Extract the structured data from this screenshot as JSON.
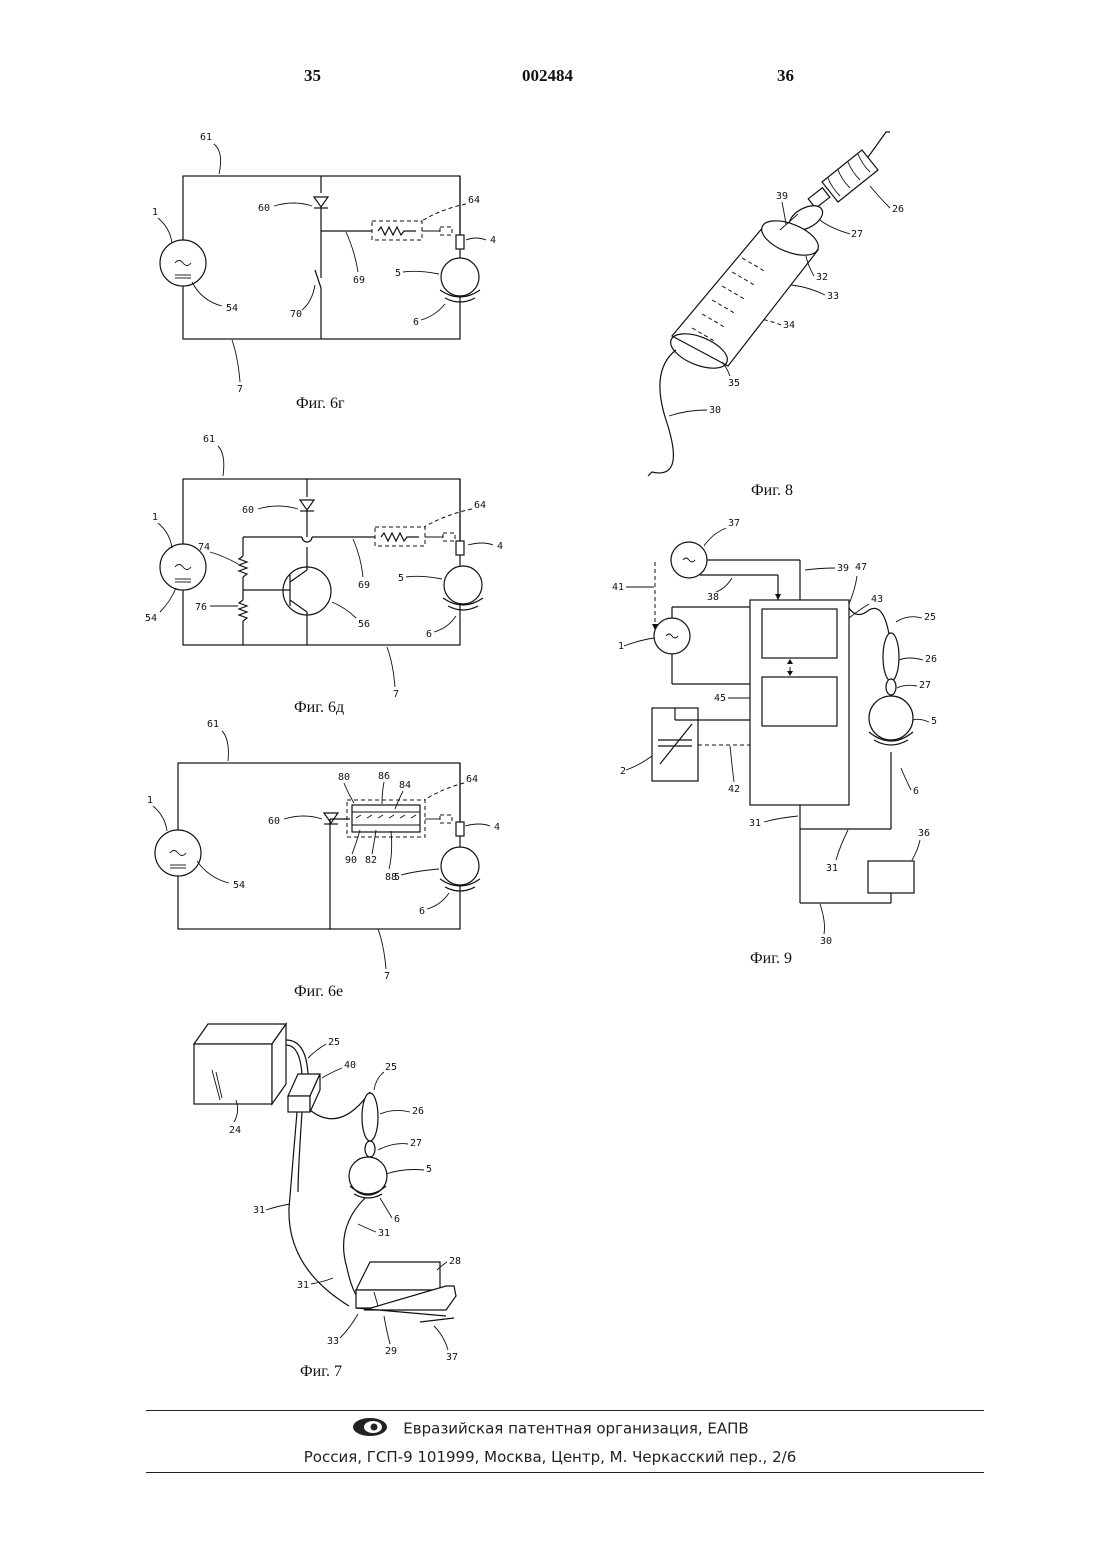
{
  "header": {
    "page_left": "35",
    "patent_number": "002484",
    "page_right": "36"
  },
  "figures": {
    "fig6g": {
      "caption": "Фиг. 6г",
      "labels": {
        "l61": "61",
        "l1": "1",
        "l60": "60",
        "l64": "64",
        "l4": "4",
        "l69": "69",
        "l5": "5",
        "l54": "54",
        "l70": "70",
        "l6": "6",
        "l7": "7"
      }
    },
    "fig6d": {
      "caption": "Фиг. 6д",
      "labels": {
        "l61": "61",
        "l1": "1",
        "l60": "60",
        "l64": "64",
        "l4": "4",
        "l74": "74",
        "l69": "69",
        "l5": "5",
        "l54": "54",
        "l76": "76",
        "l56": "56",
        "l6": "6",
        "l7": "7"
      }
    },
    "fig6e": {
      "caption": "Фиг. 6е",
      "labels": {
        "l61": "61",
        "l1": "1",
        "l80": "80",
        "l86": "86",
        "l84": "84",
        "l64": "64",
        "l60": "60",
        "l4": "4",
        "l90": "90",
        "l82": "82",
        "l88": "88",
        "l5": "5",
        "l54": "54",
        "l6": "6",
        "l7": "7"
      }
    },
    "fig7": {
      "caption": "Фиг. 7",
      "labels": {
        "l25a": "25",
        "l40": "40",
        "l25b": "25",
        "l24": "24",
        "l26": "26",
        "l27": "27",
        "l5": "5",
        "l31a": "31",
        "l6": "6",
        "l31b": "31",
        "l28": "28",
        "l31c": "31",
        "l33": "33",
        "l29": "29",
        "l37": "37"
      }
    },
    "fig8": {
      "caption": "Фиг. 8",
      "labels": {
        "l39": "39",
        "l26": "26",
        "l27": "27",
        "l32": "32",
        "l33": "33",
        "l34": "34",
        "l35": "35",
        "l30": "30"
      }
    },
    "fig9": {
      "caption": "Фиг. 9",
      "labels": {
        "l37": "37",
        "l39": "39",
        "l47": "47",
        "l41": "41",
        "l38": "38",
        "l43": "43",
        "l25": "25",
        "l1": "1",
        "l26": "26",
        "l27": "27",
        "l45": "45",
        "l5": "5",
        "l2": "2",
        "l42": "42",
        "l6": "6",
        "l31a": "31",
        "l36": "36",
        "l31b": "31",
        "l30": "30"
      }
    }
  },
  "footer": {
    "org": "Евразийская патентная организация, ЕАПВ",
    "address": "Россия, ГСП-9 101999, Москва, Центр, М. Черкасский пер., 2/6"
  }
}
